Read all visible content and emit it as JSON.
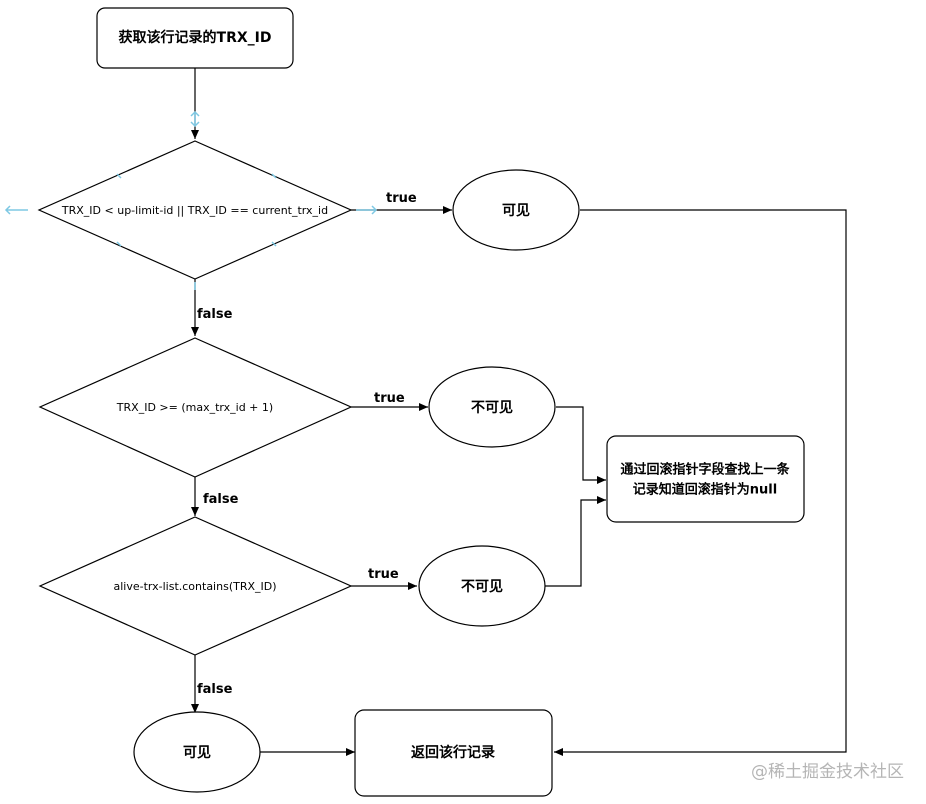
{
  "nodes": {
    "start": "获取该行记录的TRX_ID",
    "decision1": "TRX_ID < up-limit-id || TRX_ID == current_trx_id",
    "visible1": "可见",
    "decision2": "TRX_ID >= (max_trx_id + 1)",
    "invisible1": "不可见",
    "rollback_line1": "通过回滚指针字段查找上一条",
    "rollback_line2": "记录知道回滚指针为null",
    "decision3": "alive-trx-list.contains(TRX_ID)",
    "invisible2": "不可见",
    "visible2": "可见",
    "end": "返回该行记录"
  },
  "edge_labels": {
    "true1": "true",
    "false1": "false",
    "true2": "true",
    "false2": "false",
    "true3": "true",
    "false3": "false"
  },
  "watermark": "@稀土掘金技术社区",
  "colors": {
    "stroke": "#000000",
    "handle": "#7ec8e3",
    "watermark": "#b5b5b5"
  }
}
